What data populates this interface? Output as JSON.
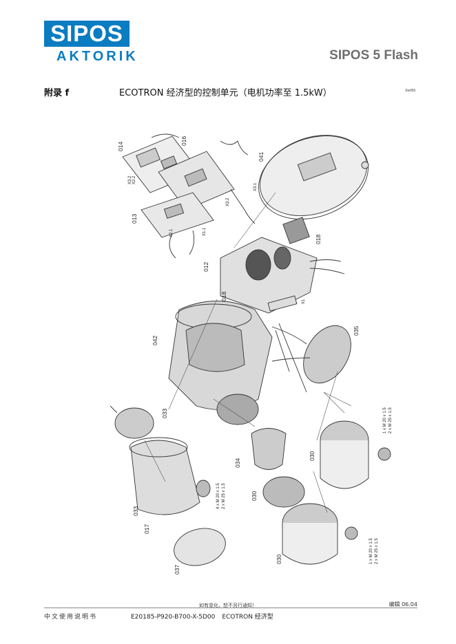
{
  "header": {
    "logo_main": "SIPOS",
    "logo_sub": "AKTORIK",
    "product": "SIPOS 5 Flash"
  },
  "section": {
    "appendix": "附录 f",
    "title": "ECOTRON 经济型的控制单元（电机功率至 1.5kW）",
    "ref_code": "Stell55"
  },
  "diagram": {
    "part_labels": {
      "p014": "014",
      "p016": "016",
      "p041": "041",
      "p013": "013",
      "p018a": "018",
      "p012": "012",
      "p018b": "018",
      "p042": "042",
      "p035": "035",
      "p033a": "033",
      "p034": "034",
      "p030a": "030",
      "p030b": "030",
      "p033b": "033",
      "p017": "017",
      "p037": "037",
      "p030c": "030"
    },
    "connector_labels": {
      "x32": "X3.2",
      "x22": "X2.2",
      "x31": "X3.1",
      "x32b": "X3.2",
      "x21": "X2.1",
      "x11": "X1.1",
      "x1": "X1"
    },
    "thread_specs": {
      "spec1_line1": "1 x M 20 x 1.5",
      "spec1_line2": "2 x M 25 x 1.5",
      "spec2_line1": "4 x M 20 x 1.5",
      "spec2_line2": "2 x M 25 x 1.5",
      "spec3_line1": "1 x M 20 x 1.5",
      "spec3_line2": "2 x M 25 x 1.5"
    }
  },
  "footer": {
    "notice": "如有变化，恕不另行通知！",
    "edition": "编辑 06.04",
    "manual": "中文使用说明书",
    "doc_number": "E20185-P920-B700-X-5D00",
    "doc_variant": "ECOTRON 经济型"
  },
  "colors": {
    "brand": "#0a7cc1",
    "product_gray": "#6e6e6e"
  }
}
